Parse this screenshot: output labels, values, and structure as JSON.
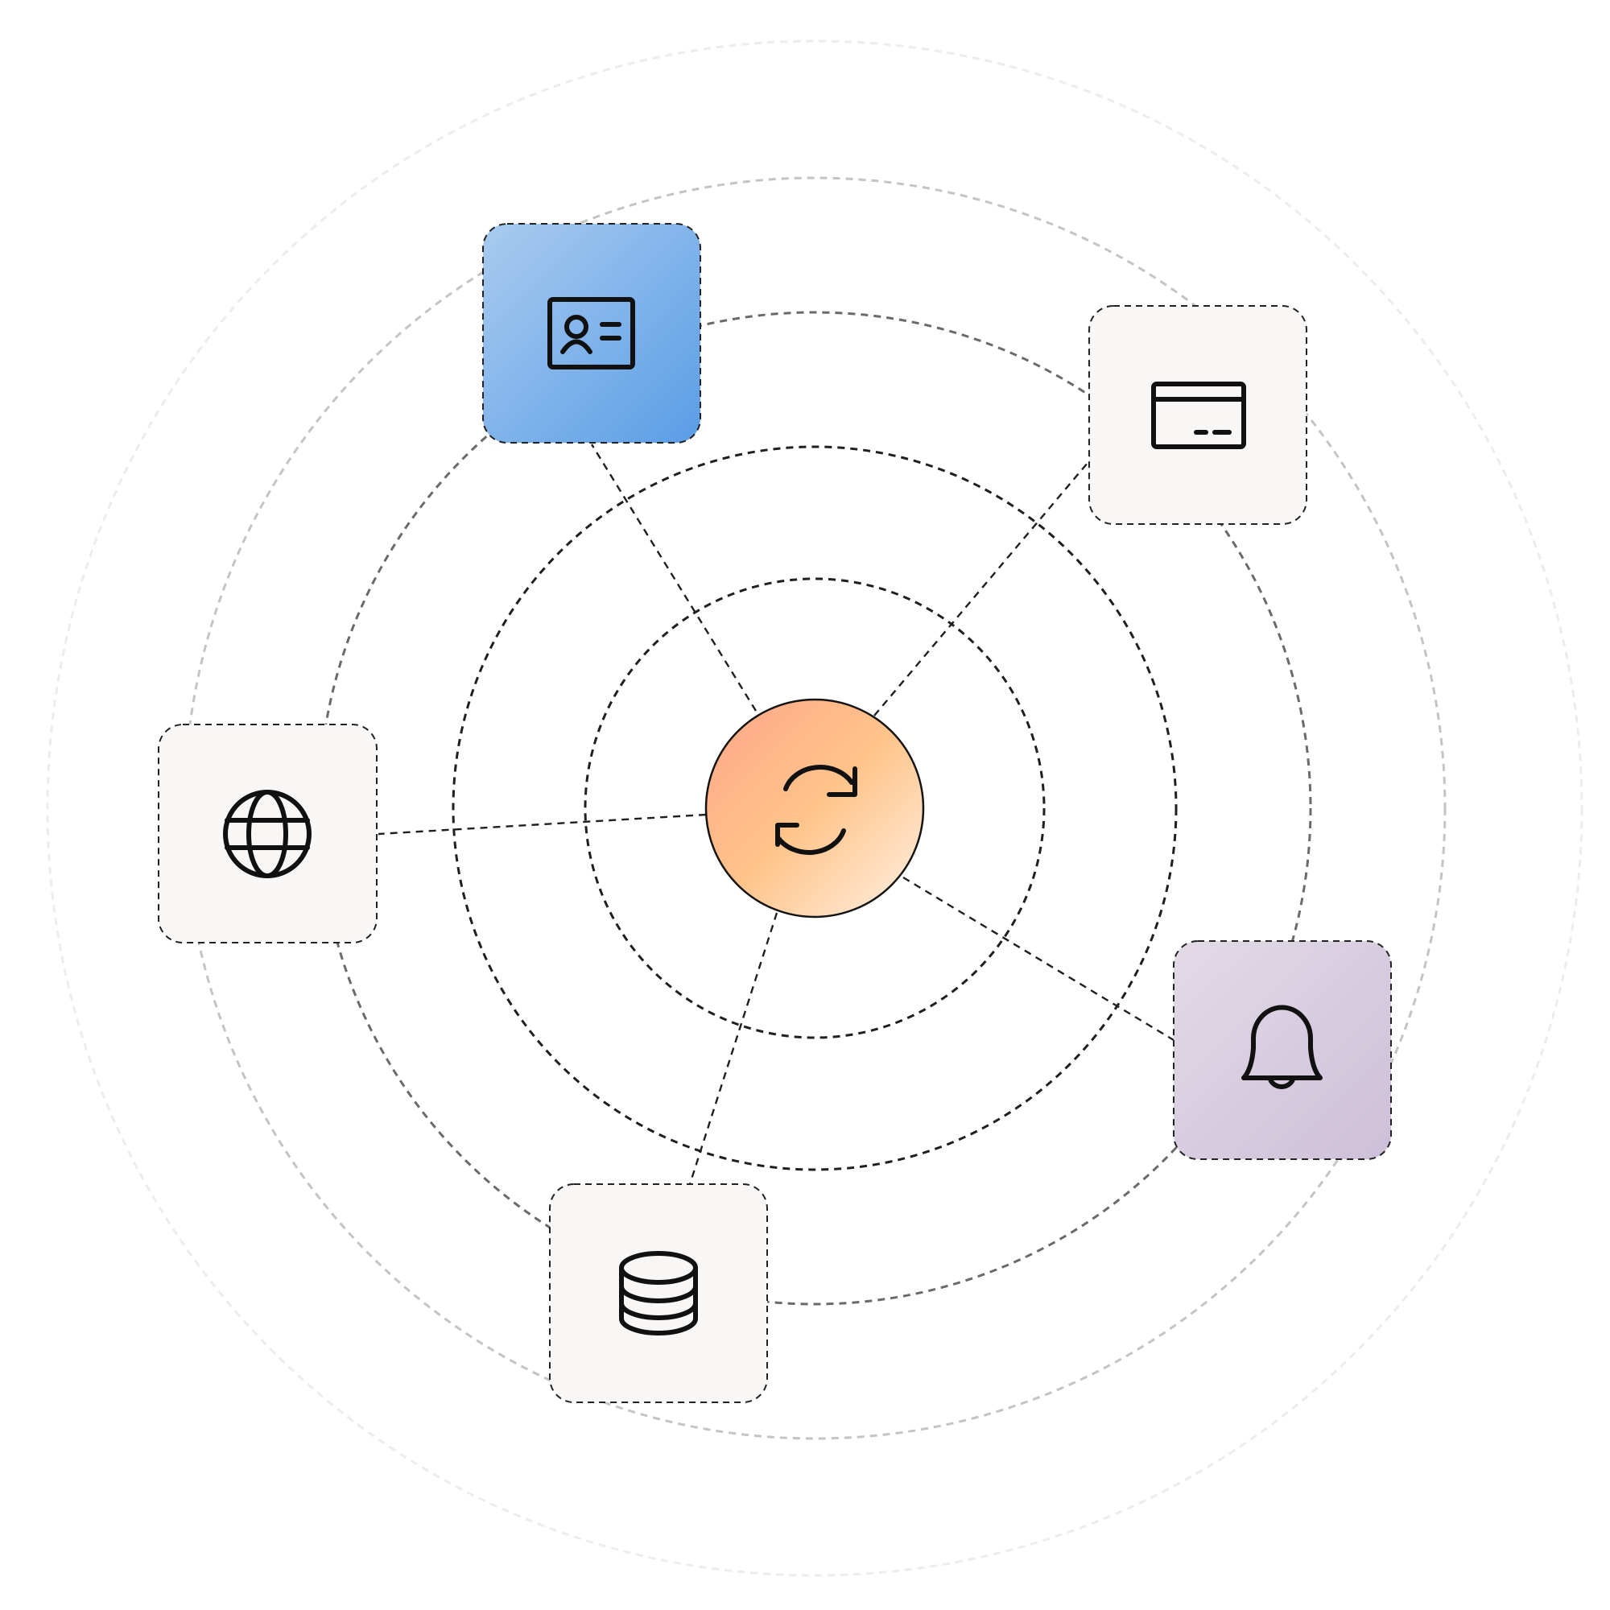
{
  "diagram": {
    "hub": {
      "icon": "sync-arrows-icon",
      "gradient": [
        "#ffa58a",
        "#ffc48a",
        "#fff0e4"
      ]
    },
    "nodes": [
      {
        "id": "identity",
        "icon": "id-card-icon",
        "fill": "gradient-blue"
      },
      {
        "id": "payment",
        "icon": "credit-card-icon",
        "fill": "#f9f7f6"
      },
      {
        "id": "web",
        "icon": "globe-icon",
        "fill": "#f9f7f6"
      },
      {
        "id": "notifications",
        "icon": "bell-icon",
        "fill": "gradient-lavender"
      },
      {
        "id": "storage",
        "icon": "database-icon",
        "fill": "#f9f7f6"
      }
    ],
    "colors": {
      "blue_gradient": [
        "#a9cbef",
        "#5a9de6"
      ],
      "lavender_gradient": [
        "#e2dbe6",
        "#cdbfd9"
      ],
      "tile_neutral": "#f9f7f6",
      "line": "#1f1f1f"
    }
  }
}
